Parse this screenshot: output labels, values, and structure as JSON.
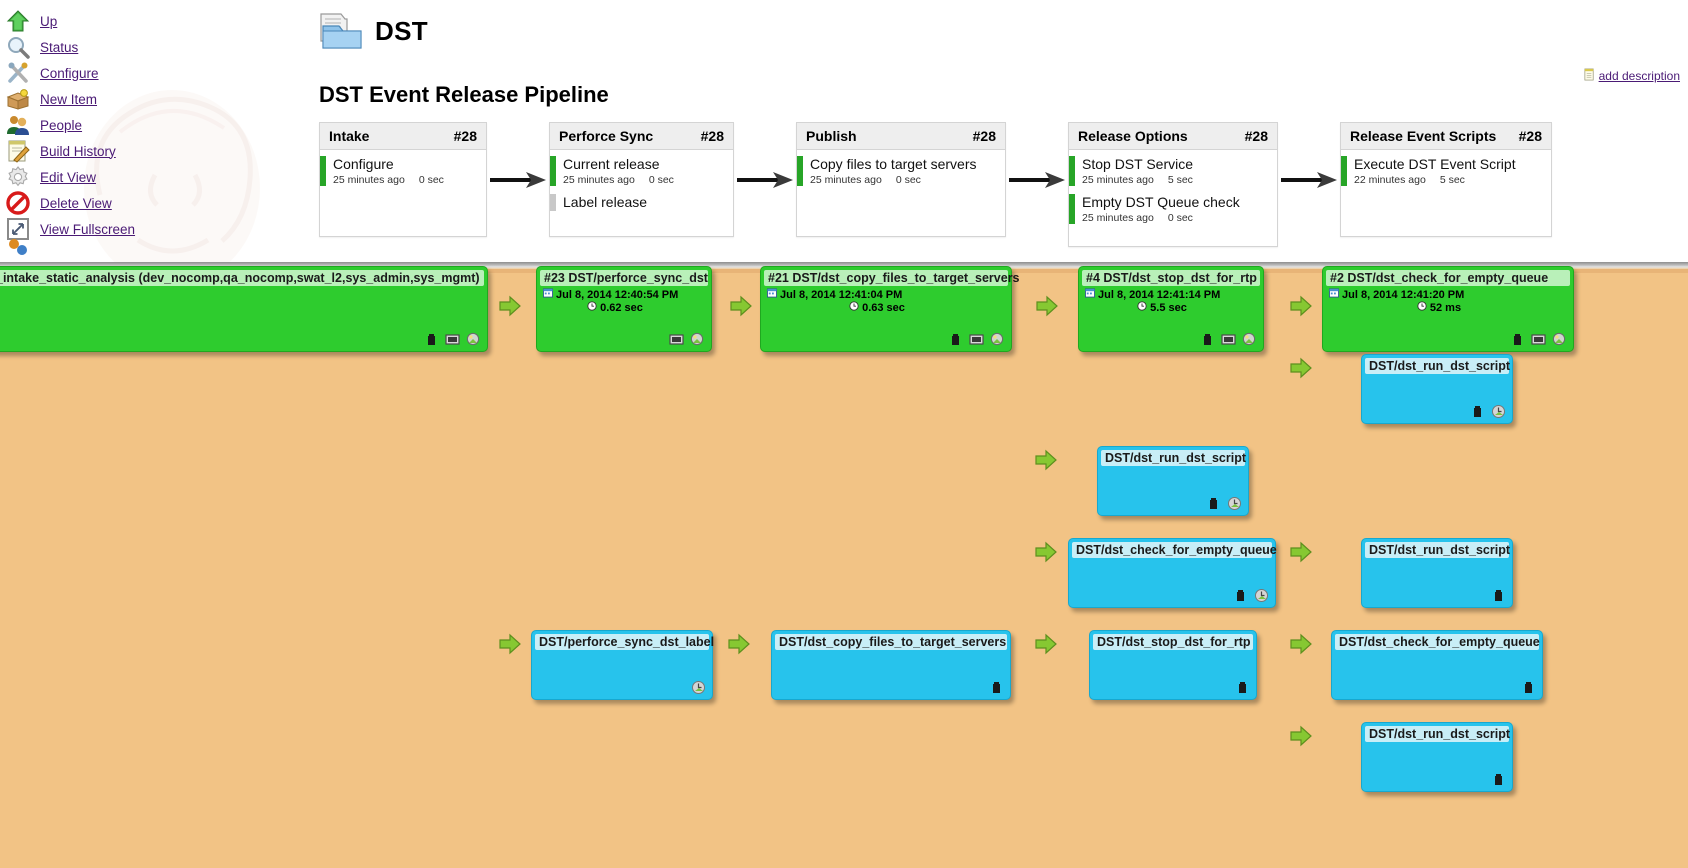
{
  "sidebar": {
    "items": [
      {
        "label": "Up",
        "icon": "up-arrow-icon"
      },
      {
        "label": "Status",
        "icon": "magnifier-icon"
      },
      {
        "label": "Configure",
        "icon": "wrench-screwdriver-icon"
      },
      {
        "label": "New Item",
        "icon": "new-package-icon"
      },
      {
        "label": "People",
        "icon": "people-icon"
      },
      {
        "label": "Build History",
        "icon": "notepad-pencil-icon"
      },
      {
        "label": "Edit View",
        "icon": "gear-icon"
      },
      {
        "label": "Delete View",
        "icon": "no-entry-icon"
      },
      {
        "label": "View Fullscreen",
        "icon": "fullscreen-arrows-icon"
      }
    ]
  },
  "header": {
    "title": "DST",
    "folder_icon": "folder-icon",
    "add_description_label": "add description",
    "add_description_icon": "notepad-icon"
  },
  "pipeline": {
    "title": "DST Event Release Pipeline",
    "stages": [
      {
        "name": "Intake",
        "build": "#28",
        "jobs": [
          {
            "name": "Configure",
            "status": "success",
            "age": "25 minutes ago",
            "duration": "0 sec"
          }
        ]
      },
      {
        "name": "Perforce Sync",
        "build": "#28",
        "jobs": [
          {
            "name": "Current release",
            "status": "success",
            "age": "25 minutes ago",
            "duration": "0 sec"
          },
          {
            "name": "Label release",
            "status": "pending",
            "age": "",
            "duration": ""
          }
        ]
      },
      {
        "name": "Publish",
        "build": "#28",
        "jobs": [
          {
            "name": "Copy files to target servers",
            "status": "success",
            "age": "25 minutes ago",
            "duration": "0 sec"
          }
        ]
      },
      {
        "name": "Release Options",
        "build": "#28",
        "jobs": [
          {
            "name": "Stop DST Service",
            "status": "success",
            "age": "25 minutes ago",
            "duration": "5 sec"
          },
          {
            "name": "Empty DST Queue check",
            "status": "success",
            "age": "25 minutes ago",
            "duration": "0 sec"
          }
        ]
      },
      {
        "name": "Release Event Scripts",
        "build": "#28",
        "jobs": [
          {
            "name": "Execute DST Event Script",
            "status": "success",
            "age": "22 minutes ago",
            "duration": "5 sec"
          }
        ]
      }
    ]
  },
  "graph": {
    "nodes": [
      {
        "id": "n0",
        "color": "green",
        "label": "_intake_static_analysis (dev_nocomp,qa_nocomp,swat_l2,sys_admin,sys_mgmt)",
        "timestamp": "",
        "duration": "",
        "icons": [
          "trash-icon",
          "console-icon",
          "search-job-icon"
        ]
      },
      {
        "id": "n1",
        "color": "green",
        "label": "#23 DST/perforce_sync_dst",
        "timestamp": "Jul 8, 2014 12:40:54 PM",
        "duration": "0.62 sec",
        "icons": [
          "console-icon",
          "search-job-icon"
        ]
      },
      {
        "id": "n2",
        "color": "green",
        "label": "#21 DST/dst_copy_files_to_target_servers",
        "timestamp": "Jul 8, 2014 12:41:04 PM",
        "duration": "0.63 sec",
        "icons": [
          "trash-icon",
          "console-icon",
          "search-job-icon"
        ]
      },
      {
        "id": "n3",
        "color": "green",
        "label": "#4 DST/dst_stop_dst_for_rtp",
        "timestamp": "Jul 8, 2014 12:41:14 PM",
        "duration": "5.5 sec",
        "icons": [
          "trash-icon",
          "console-icon",
          "search-job-icon"
        ]
      },
      {
        "id": "n4",
        "color": "green",
        "label": "#2 DST/dst_check_for_empty_queue",
        "timestamp": "Jul 8, 2014 12:41:20 PM",
        "duration": "52 ms",
        "icons": [
          "trash-icon",
          "console-icon",
          "search-job-icon"
        ]
      },
      {
        "id": "n5",
        "color": "blue",
        "label": "DST/dst_run_dst_script",
        "timestamp": "",
        "duration": "",
        "icons": [
          "trash-icon",
          "schedule-icon"
        ]
      },
      {
        "id": "n6",
        "color": "blue",
        "label": "DST/dst_run_dst_script",
        "timestamp": "",
        "duration": "",
        "icons": [
          "trash-icon",
          "schedule-icon"
        ]
      },
      {
        "id": "n7",
        "color": "blue",
        "label": "DST/dst_check_for_empty_queue",
        "timestamp": "",
        "duration": "",
        "icons": [
          "trash-icon",
          "schedule-icon"
        ]
      },
      {
        "id": "n8",
        "color": "blue",
        "label": "DST/dst_run_dst_script",
        "timestamp": "",
        "duration": "",
        "icons": [
          "trash-icon"
        ]
      },
      {
        "id": "n9",
        "color": "blue",
        "label": "DST/perforce_sync_dst_label",
        "timestamp": "",
        "duration": "",
        "icons": [
          "schedule-icon"
        ]
      },
      {
        "id": "n10",
        "color": "blue",
        "label": "DST/dst_copy_files_to_target_servers",
        "timestamp": "",
        "duration": "",
        "icons": [
          "trash-icon"
        ]
      },
      {
        "id": "n11",
        "color": "blue",
        "label": "DST/dst_stop_dst_for_rtp",
        "timestamp": "",
        "duration": "",
        "icons": [
          "trash-icon"
        ]
      },
      {
        "id": "n12",
        "color": "blue",
        "label": "DST/dst_check_for_empty_queue",
        "timestamp": "",
        "duration": "",
        "icons": [
          "trash-icon"
        ]
      },
      {
        "id": "n13",
        "color": "blue",
        "label": "DST/dst_run_dst_script",
        "timestamp": "",
        "duration": "",
        "icons": [
          "trash-icon"
        ]
      }
    ]
  },
  "colors": {
    "graph_background": "#f2c385",
    "success": "#2ecc2e",
    "queued": "#27c3ec",
    "stage_bar_success": "#27a527",
    "stage_bar_pending": "#c8c8c8",
    "link": "#4a1a75"
  }
}
